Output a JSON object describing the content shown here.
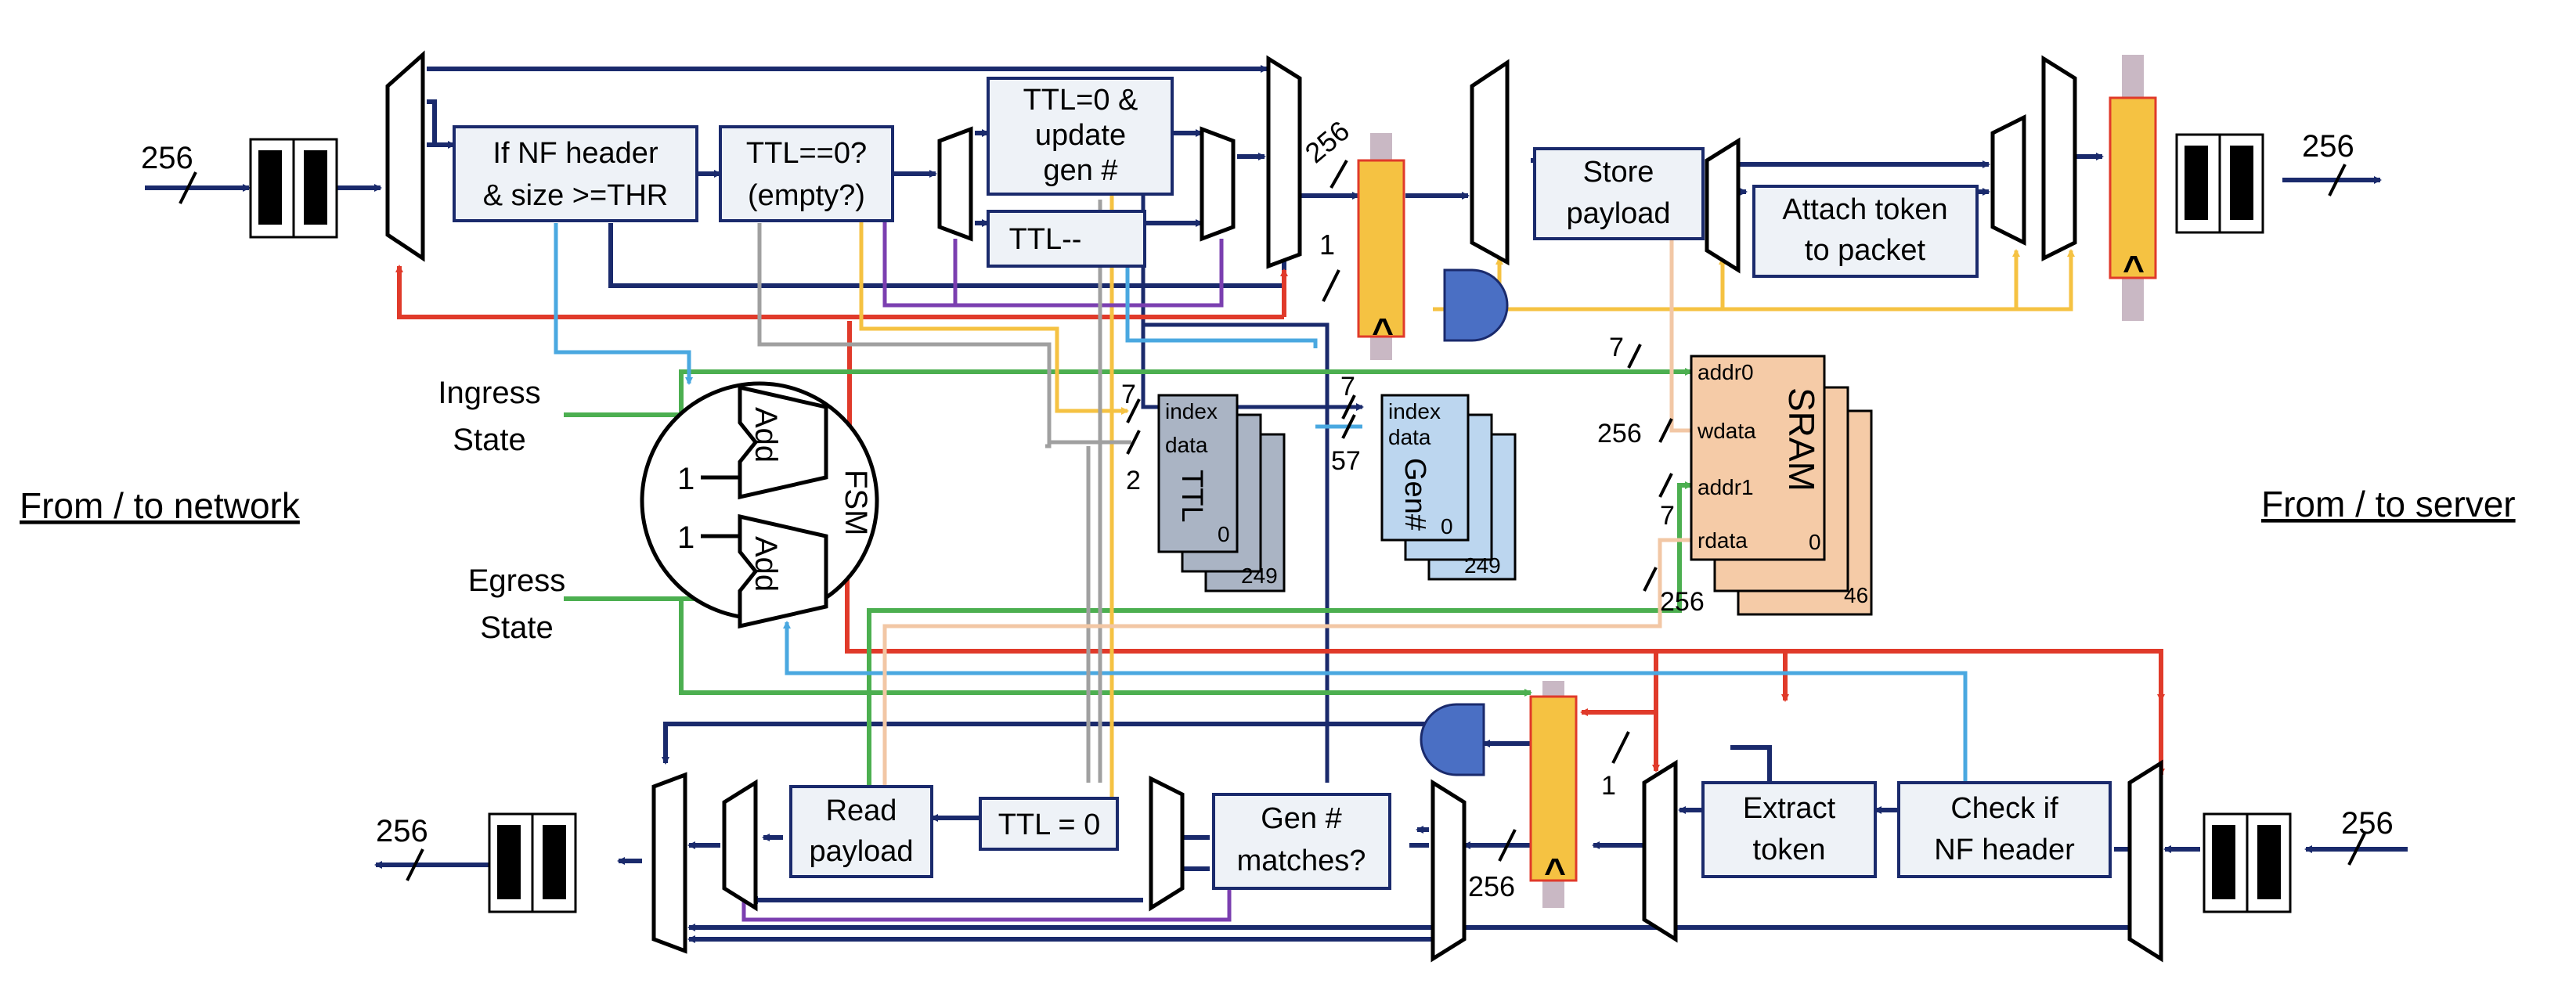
{
  "labels": {
    "from_network": "From / to network",
    "from_server": "From / to server",
    "ingress_state": [
      "Ingress",
      "State"
    ],
    "egress_state": [
      "Egress",
      "State"
    ],
    "fsm": "FSM",
    "add": "Add",
    "one": "1",
    "bus_256": "256",
    "bus_7": "7",
    "bus_2": "2",
    "bus_57": "57",
    "bus_1": "1",
    "caret": "^"
  },
  "blocks": {
    "nf_header_size": [
      "If NF header",
      "& size >=THR"
    ],
    "ttl_eq_zero": [
      "TTL==0?",
      "(empty?)"
    ],
    "ttl_update": [
      "TTL=0 &",
      "update",
      "gen #"
    ],
    "ttl_dec": "TTL--",
    "store_payload": [
      "Store",
      "payload"
    ],
    "attach_token": [
      "Attach token",
      "to packet"
    ],
    "read_payload": [
      "Read",
      "payload"
    ],
    "ttl_zero": "TTL = 0",
    "gen_matches": [
      "Gen #",
      "matches?"
    ],
    "extract_token": [
      "Extract",
      "token"
    ],
    "check_nf": [
      "Check if",
      "NF header"
    ]
  },
  "memories": {
    "ttl": {
      "name": "TTL",
      "ports": [
        "index",
        "data"
      ],
      "first": "0",
      "last": "249"
    },
    "gen": {
      "name": "Gen#",
      "ports": [
        "index",
        "data"
      ],
      "first": "0",
      "last": "249"
    },
    "sram": {
      "name": "SRAM",
      "ports": [
        "addr0",
        "wdata",
        "addr1",
        "rdata"
      ],
      "first": "0",
      "last": "46"
    }
  },
  "colors": {
    "navy": "#1a2a6c",
    "red": "#e03a2a",
    "green": "#4caf50",
    "yellow": "#f5c242",
    "purple": "#7b3fb0",
    "lightblue": "#4aa8e0",
    "gray": "#a0a0a0",
    "peach": "#f2c7a5",
    "box_fill": "#eef2f7",
    "mem_gray": "#aab4c4",
    "mem_blue": "#bcd6ef",
    "sram": "#f5cba7",
    "and_gate": "#4a6fc4",
    "reg": "#f5c242"
  }
}
